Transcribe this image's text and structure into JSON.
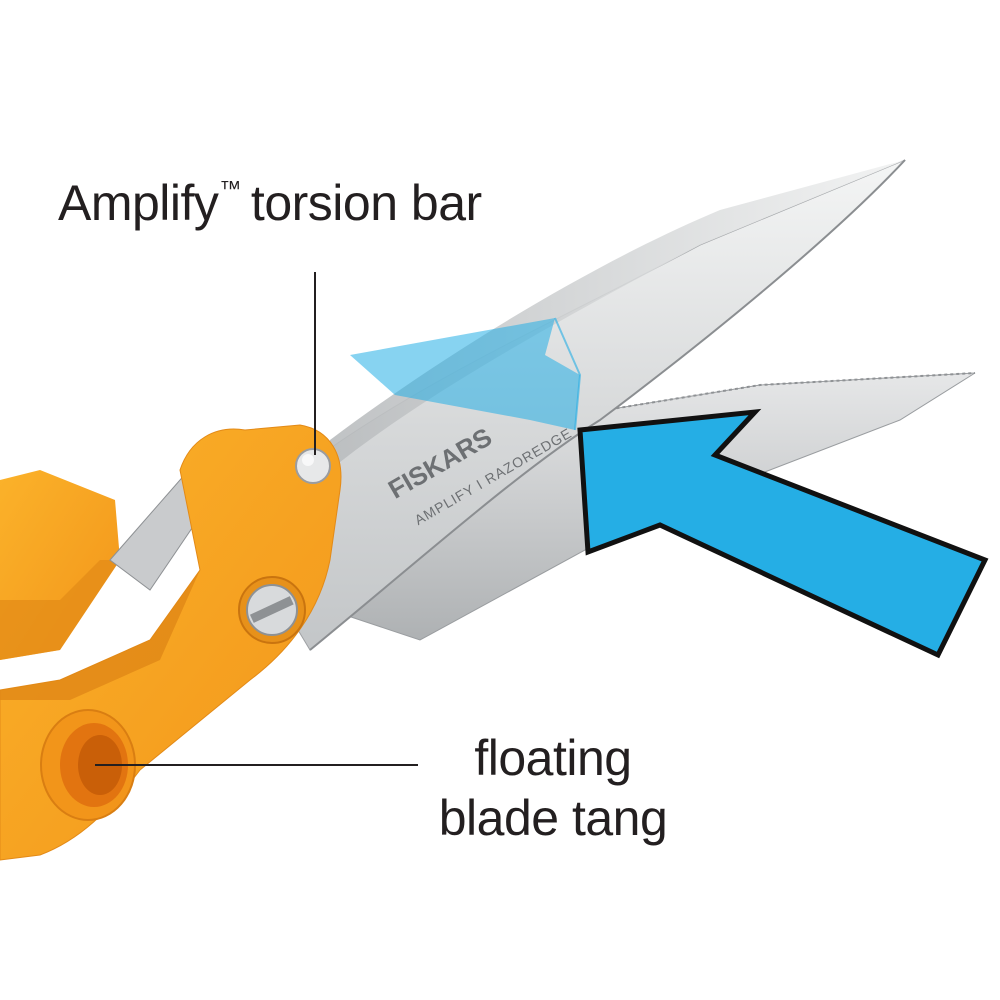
{
  "callouts": {
    "torsion_bar": {
      "text": "Amplify",
      "trademark": "™",
      "rest": "torsion bar"
    },
    "blade_tang": {
      "line1": "floating",
      "line2": "blade tang"
    }
  },
  "blade_marking": {
    "brand": "FISKARS",
    "line2": "AMPLIFY I RAZOREDGE"
  },
  "colors": {
    "handle_orange": "#f7a21b",
    "handle_shadow": "#d9801a",
    "blade_light": "#e9eaeb",
    "blade_dark": "#a9acae",
    "arrow_blue": "#25aee5",
    "outline": "#111111",
    "text": "#231f20"
  },
  "icons": [
    "blade-arrow-icon",
    "torsion-arrow-icon"
  ]
}
